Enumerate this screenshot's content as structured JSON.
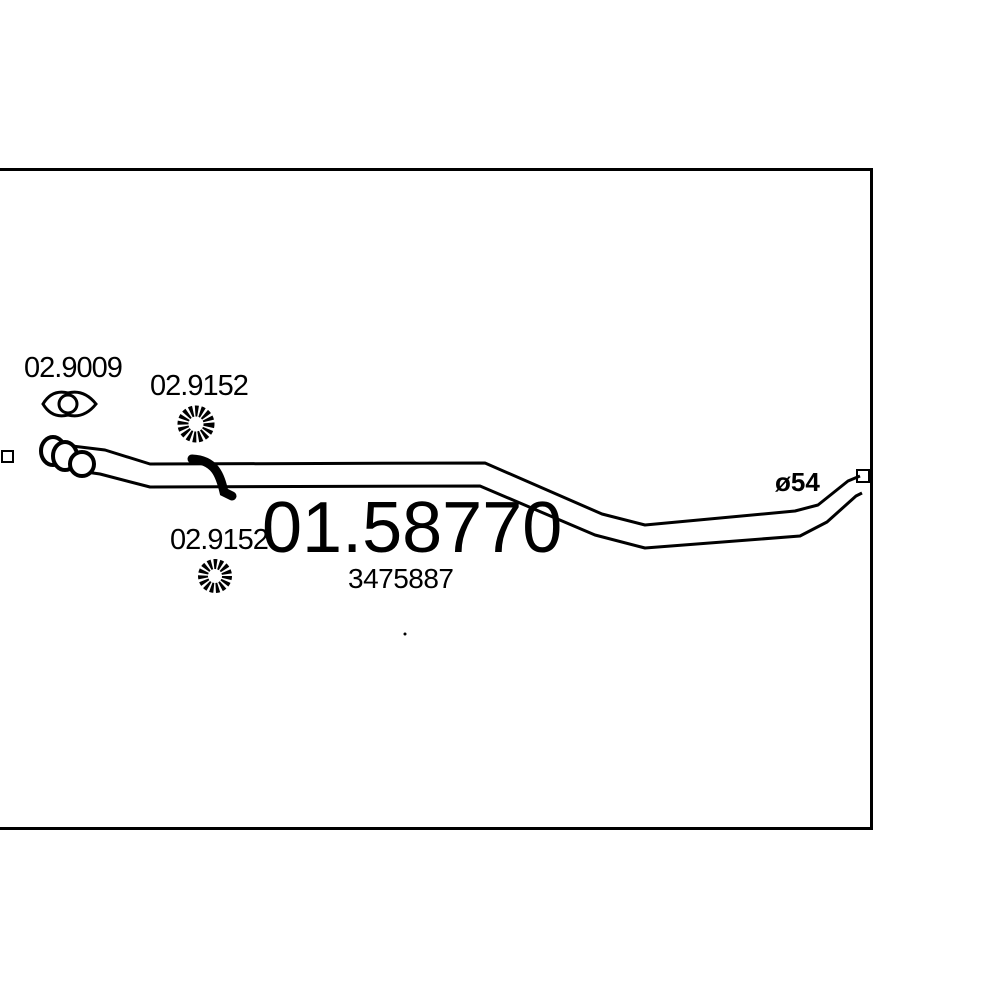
{
  "diagram": {
    "main_part_number": "01.58770",
    "oem_number": "3475887",
    "diameter_label": "ø54",
    "parts": [
      {
        "code": "02.9009",
        "type": "gasket"
      },
      {
        "code": "02.9152",
        "type": "rubber-mount"
      },
      {
        "code": "02.9152",
        "type": "rubber-mount"
      }
    ]
  }
}
